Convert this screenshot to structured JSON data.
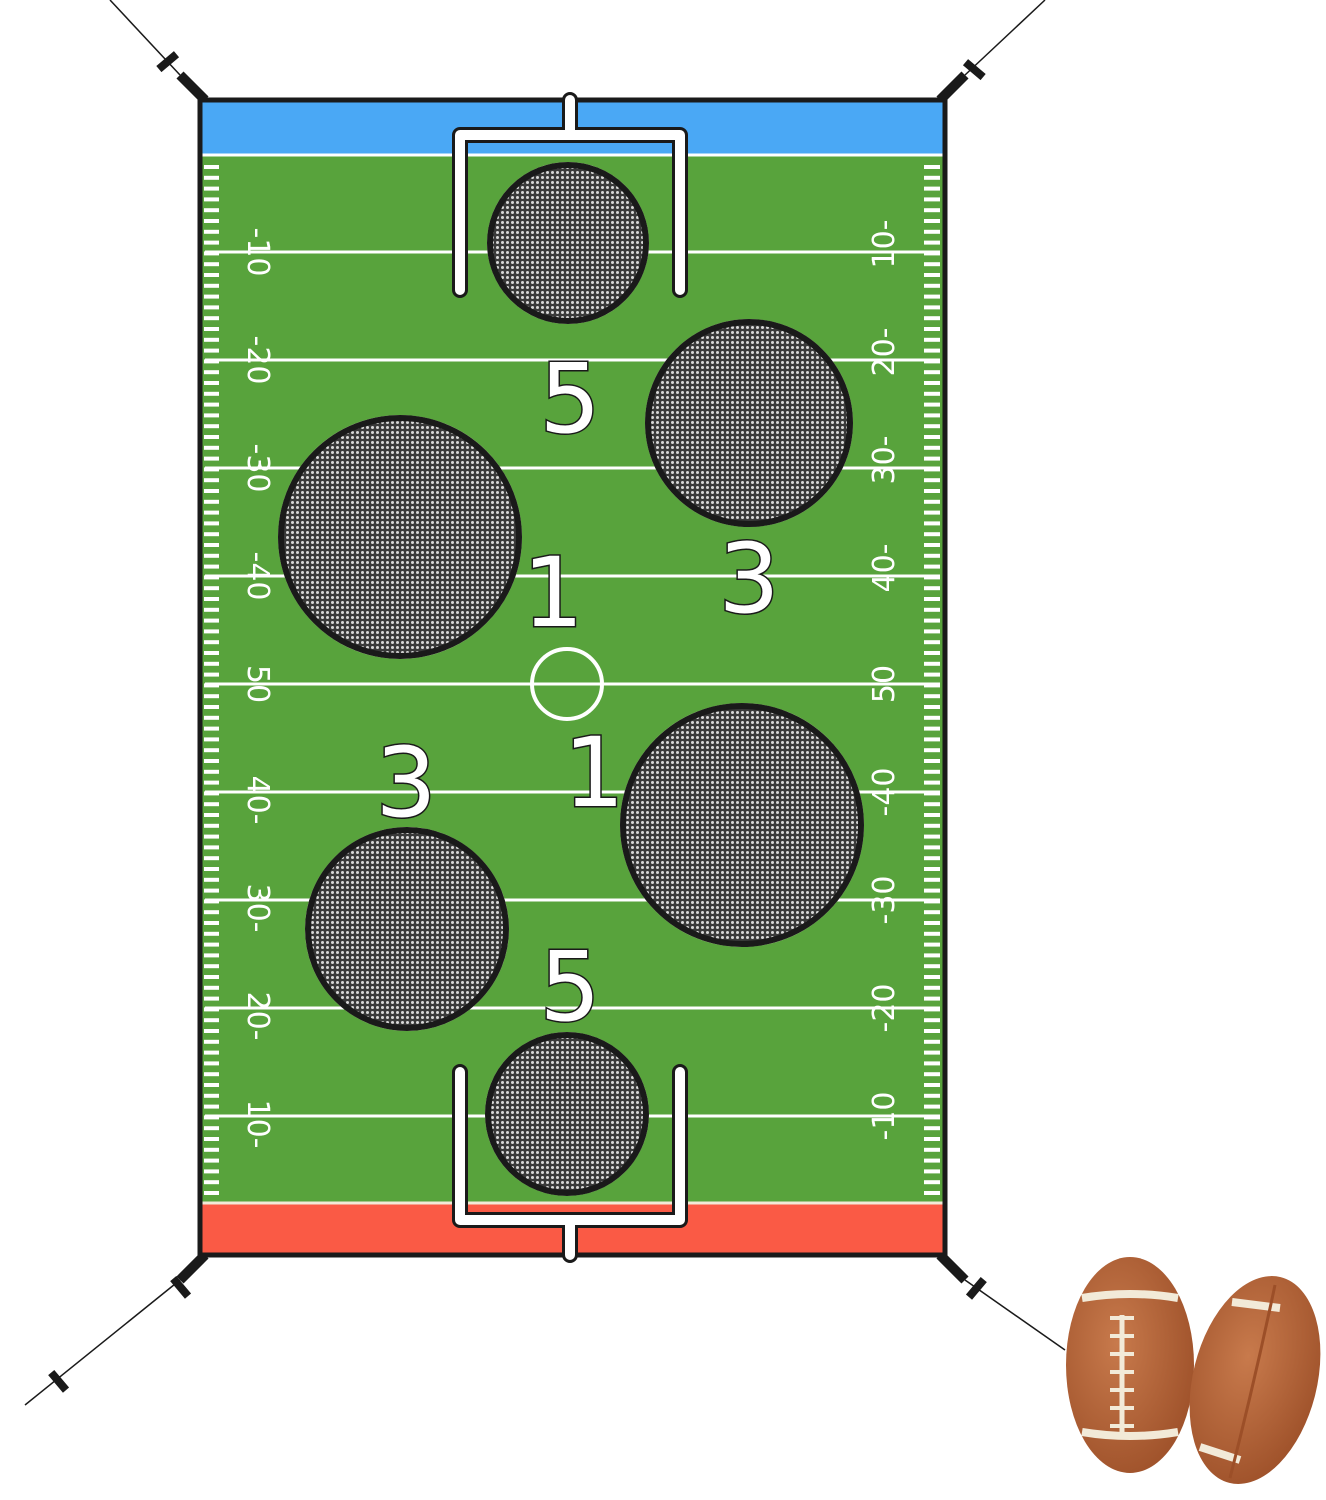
{
  "product": {
    "type": "football toss target net",
    "colors": {
      "field_green": "#58a33c",
      "top_endzone_blue": "#4aa8f5",
      "bottom_endzone_red": "#fa5a45",
      "line_white": "#ffffff",
      "border_black": "#1a1a1a",
      "hole_mesh": "#555555",
      "ball_brown": "#b5643a",
      "ball_stripe": "#f2ead8"
    }
  },
  "field": {
    "left_yard_labels": [
      "-10",
      "-20",
      "-30",
      "-40",
      "50",
      "40-",
      "30-",
      "20-",
      "10-"
    ],
    "right_yard_labels": [
      "10-",
      "20-",
      "30-",
      "40-",
      "50",
      "-40",
      "-30",
      "-20",
      "-10"
    ]
  },
  "targets": [
    {
      "id": "top-goal",
      "points": "5",
      "label": "5"
    },
    {
      "id": "upper-right",
      "points": "3",
      "label": "3"
    },
    {
      "id": "upper-left",
      "points": "1",
      "label": "1"
    },
    {
      "id": "lower-right",
      "points": "1",
      "label": "1"
    },
    {
      "id": "lower-left",
      "points": "3",
      "label": "3"
    },
    {
      "id": "bottom-goal",
      "points": "5",
      "label": "5"
    }
  ],
  "accessories": {
    "footballs_count": "2"
  }
}
